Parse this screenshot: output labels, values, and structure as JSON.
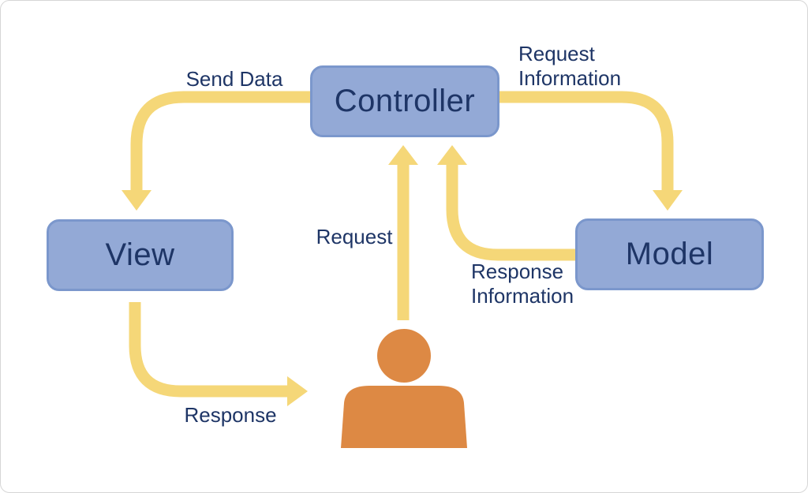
{
  "diagram": {
    "type": "flow-diagram",
    "subject": "Model-View-Controller pattern",
    "nodes": {
      "controller": {
        "label": "Controller"
      },
      "view": {
        "label": "View"
      },
      "model": {
        "label": "Model"
      }
    },
    "edges": {
      "send_data": {
        "label": "Send Data",
        "from": "controller",
        "to": "view"
      },
      "request_information": {
        "line1": "Request",
        "line2": "Information",
        "from": "controller",
        "to": "model"
      },
      "request": {
        "label": "Request",
        "from": "user",
        "to": "controller"
      },
      "response_information": {
        "line1": "Response",
        "line2": "Information",
        "from": "model",
        "to": "controller"
      },
      "response": {
        "label": "Response",
        "from": "view",
        "to": "user"
      }
    },
    "icons": {
      "person_icon": "user-silhouette"
    }
  },
  "colors": {
    "arrow_yellow": "#F5D778",
    "node_fill": "#93A9D6",
    "node_border": "#7B97CC",
    "text_navy": "#1E3566",
    "person_orange": "#DD8944",
    "background": "#FFFFFF"
  }
}
